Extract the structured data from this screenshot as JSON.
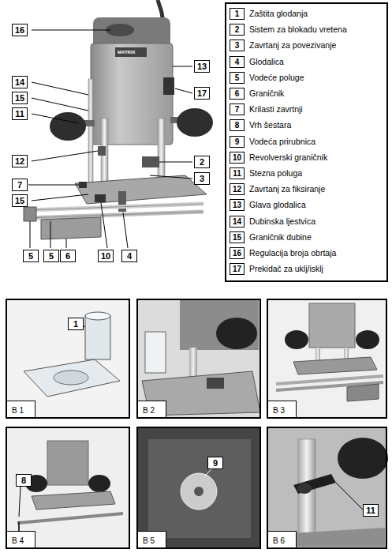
{
  "diagram": {
    "nodes": [
      {
        "text": [
          "16"
        ]
      },
      {
        "text": [
          "14"
        ]
      },
      {
        "text": [
          "15"
        ]
      },
      {
        "text": [
          "11"
        ]
      },
      {
        "text": [
          "12"
        ]
      },
      {
        "text": [
          "7"
        ]
      },
      {
        "text": [
          "15"
        ]
      },
      {
        "text": [
          "5"
        ]
      },
      {
        "text": [
          "5"
        ]
      },
      {
        "text": [
          "6"
        ]
      },
      {
        "text": [
          "10"
        ]
      },
      {
        "text": [
          "4"
        ]
      },
      {
        "text": [
          "2"
        ]
      },
      {
        "text": [
          "3"
        ]
      },
      {
        "text": [
          "13"
        ]
      },
      {
        "text": [
          "17"
        ]
      },
      {
        "text": [
          "1",
          "Zaštita glodanja"
        ]
      },
      {
        "text": [
          "2",
          "Sistem za blokadu vretena"
        ]
      },
      {
        "text": [
          "3",
          "Zavrtanj za povezivanje"
        ]
      },
      {
        "text": [
          "4",
          "Glodalica"
        ]
      },
      {
        "text": [
          "5",
          "Vodeće poluge"
        ]
      },
      {
        "text": [
          "6",
          "Graničnik"
        ]
      },
      {
        "text": [
          "7",
          "Krilasti zavrtnji"
        ]
      },
      {
        "text": [
          "8",
          "Vrh šestara"
        ]
      },
      {
        "text": [
          "9",
          "Vodeća prirubnica"
        ]
      },
      {
        "text": [
          "10",
          "Revolverski graničnik"
        ]
      },
      {
        "text": [
          "11",
          "Stezna poluga"
        ]
      },
      {
        "text": [
          "12",
          "Zavrtanj za fiksiranje"
        ]
      },
      {
        "text": [
          "13",
          "Glava glodalica"
        ]
      },
      {
        "text": [
          "14",
          "Dubinska ljestvica"
        ]
      },
      {
        "text": [
          "15",
          "Graničnik dubine"
        ]
      },
      {
        "text": [
          "16",
          "Regulacija broja obrtaja"
        ]
      },
      {
        "text": [
          "17",
          "Prekidač za uklj/isklj"
        ]
      },
      {
        "text": [
          "B 1"
        ]
      },
      {
        "text": [
          "1"
        ],
        "in": 33
      },
      {
        "text": [
          "B 2"
        ]
      },
      {
        "text": [
          "B 3"
        ]
      },
      {
        "text": [
          "B 4"
        ]
      },
      {
        "text": [
          "8"
        ],
        "in": 37
      },
      {
        "text": [
          "B 5"
        ]
      },
      {
        "text": [
          "9"
        ],
        "in": 39
      },
      {
        "text": [
          "B 6"
        ]
      },
      {
        "text": [
          "11"
        ],
        "in": 41
      }
    ],
    "labels": [
      "MATRIX"
    ]
  }
}
